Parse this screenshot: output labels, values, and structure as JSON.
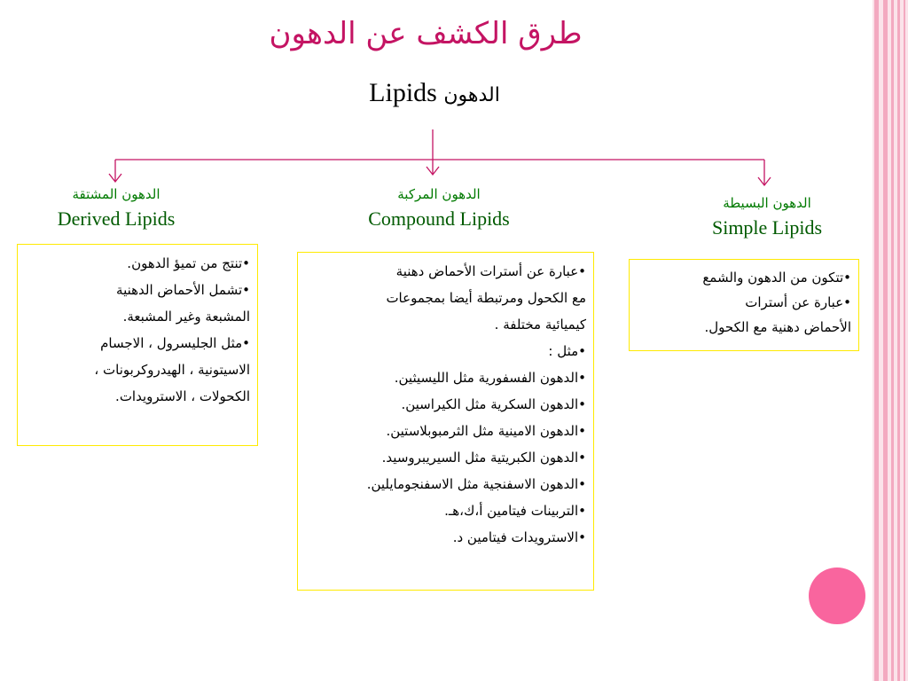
{
  "title": "طرق الكشف عن الدهون",
  "root": {
    "arabic": "الدهون",
    "english": "Lipids"
  },
  "categories": {
    "derived": {
      "arabic": "الدهون المشتقة",
      "english": "Derived Lipids",
      "lines": [
        "•تنتج من تميؤ الدهون.",
        "•تشمل الأحماض الدهنية",
        "المشبعة وغير المشبعة.",
        "•مثل الجليسرول ، الاجسام",
        "الاسيتونية ، الهيدروكربونات ،",
        "الكحولات ، الاسترويدات."
      ]
    },
    "compound": {
      "arabic": "الدهون المركبة",
      "english": "Compound Lipids",
      "lines": [
        "•عبارة عن أسترات الأحماض دهنية",
        "مع الكحول ومرتبطة أيضا بمجموعات",
        "كيميائية مختلفة .",
        "•مثل :",
        "•الدهون الفسفورية مثل الليسيثين.",
        "•الدهون السكرية مثل الكيراسين.",
        "•الدهون الامينية مثل الثرمبوبلاستين.",
        "•الدهون الكبريتية مثل السيريبروسيد.",
        "•الدهون الاسفنجية مثل الاسفنجومايلين.",
        "•التربينات فيتامين أ،ك،هـ.",
        "•الاسترويدات فيتامين د."
      ]
    },
    "simple": {
      "arabic": "الدهون البسيطة",
      "english": "Simple Lipids",
      "lines": [
        "•تتكون من الدهون والشمع",
        "•عبارة عن أسترات",
        "الأحماض دهنية مع الكحول."
      ]
    }
  },
  "colors": {
    "accent": "#c41463",
    "stripe": "#f7c7d6",
    "category_text": "#007a00",
    "box_border": "#ffea00",
    "dot": "#f9659e"
  }
}
